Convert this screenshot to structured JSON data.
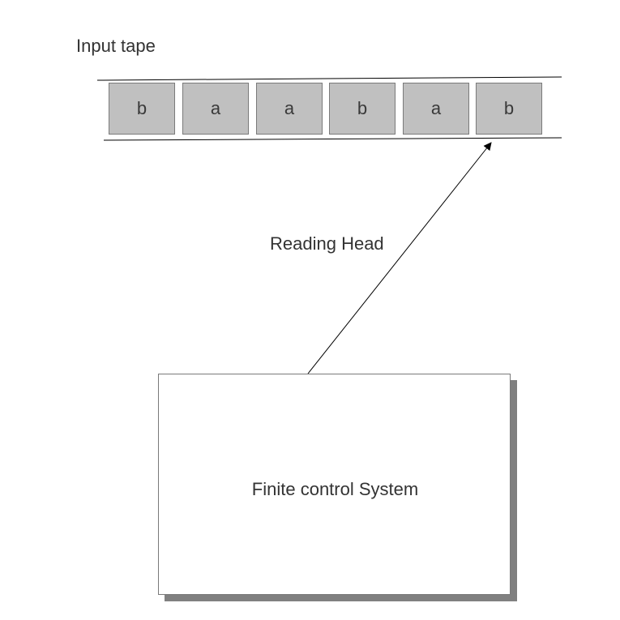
{
  "tape": {
    "title": "Input tape",
    "cells": [
      "b",
      "a",
      "a",
      "b",
      "a",
      "b"
    ],
    "cell_color": "#c0c0c0"
  },
  "reading_head": {
    "label": "Reading Head"
  },
  "finite_control": {
    "label": "Finite control System",
    "shadow_color": "#808080"
  }
}
